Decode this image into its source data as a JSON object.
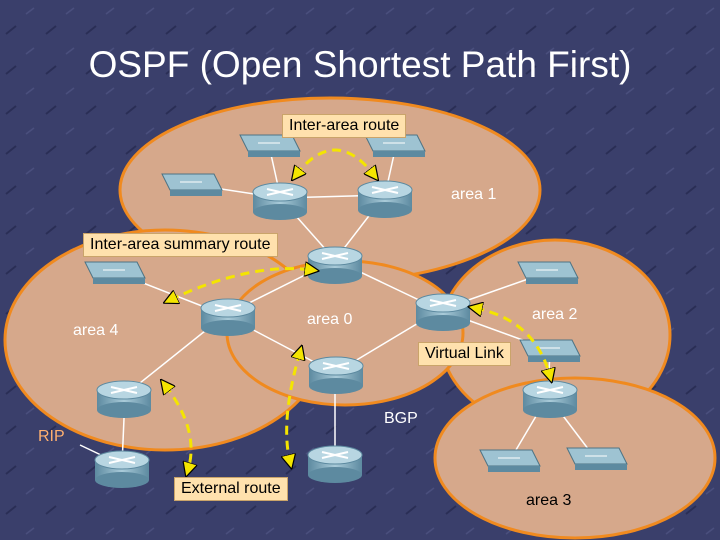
{
  "title": "OSPF (Open Shortest Path First)",
  "labels": {
    "inter_area_route": "Inter-area route",
    "area1": "area 1",
    "inter_area_summary_route": "Inter-area summary route",
    "area4": "area 4",
    "area0": "area 0",
    "area2": "area 2",
    "virtual_link": "Virtual Link",
    "bgp": "BGP",
    "rip": "RIP",
    "external_route": "External route",
    "area3": "area 3"
  },
  "colors": {
    "background": "#3a3f6b",
    "area_fill": "#d6a88b",
    "area_border": "#f08a1f",
    "router": "#8fb6c8",
    "switch": "#9ec3d2",
    "arrow": "#f4e500",
    "label_box": "#ffe1ad"
  }
}
